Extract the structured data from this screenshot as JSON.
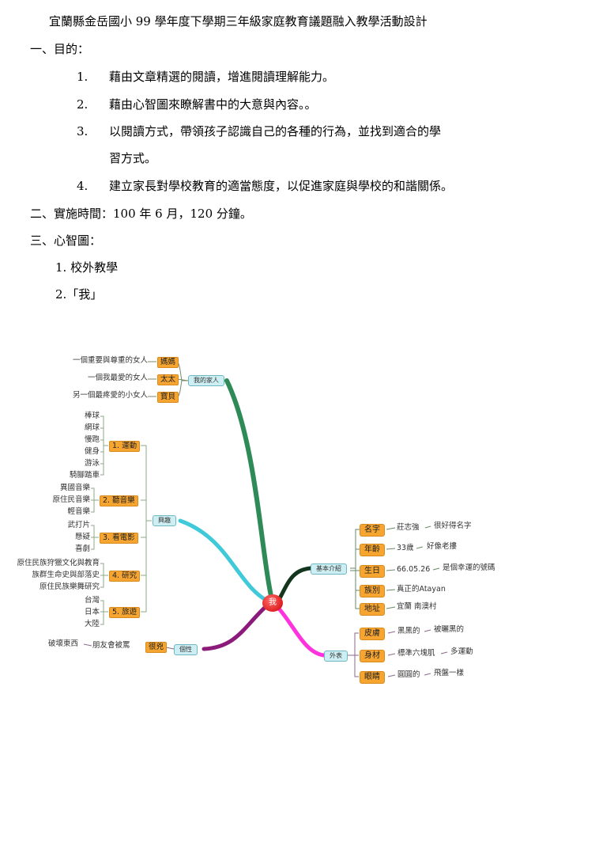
{
  "title": "宜蘭縣金岳國小 99 學年度下學期三年級家庭教育議題融入教學活動設計",
  "section1": {
    "heading": "一、目的：",
    "items": [
      {
        "num": "1.",
        "text": "藉由文章精選的閱讀，增進閱讀理解能力。"
      },
      {
        "num": "2.",
        "text": "藉由心智圖來瞭解書中的大意與內容。。"
      },
      {
        "num": "3.",
        "text": "以閱讀方式，帶領孩子認識自己的各種的行為，並找到適合的學",
        "cont": "習方式。"
      },
      {
        "num": "4.",
        "text": "建立家長對學校教育的適當態度，以促進家庭與學校的和諧關係。"
      }
    ]
  },
  "section2": {
    "heading": "二、實施時間：100 年 6 月，120 分鐘。"
  },
  "section3": {
    "heading": "三、心智圖：",
    "sub1": "1. 校外教學",
    "sub2": "2.「我」"
  },
  "mindmap": {
    "center": "我",
    "family": {
      "node": "我的家人",
      "items": [
        {
          "tag": "媽媽",
          "desc": "一個重要與尊重的女人"
        },
        {
          "tag": "太太",
          "desc": "一個我最愛的女人"
        },
        {
          "tag": "寶貝",
          "desc": "另一個最疼愛的小女人"
        }
      ]
    },
    "interest": {
      "node": "興趣",
      "groups": [
        {
          "tag": "1. 運動",
          "items": [
            "棒球",
            "網球",
            "慢跑",
            "健身",
            "游泳",
            "騎腳踏車"
          ]
        },
        {
          "tag": "2. 聽音樂",
          "items": [
            "異國音樂",
            "原住民音樂",
            "輕音樂"
          ]
        },
        {
          "tag": "3. 看電影",
          "items": [
            "武打片",
            "懸疑",
            "喜劇"
          ]
        },
        {
          "tag": "4. 研究",
          "items": [
            "原住民族狩獵文化與教育",
            "族群生命史與部落史",
            "原住民族樂舞研究"
          ]
        },
        {
          "tag": "5. 旅遊",
          "items": [
            "台灣",
            "日本",
            "大陸"
          ]
        }
      ]
    },
    "personality": {
      "node": "個性",
      "tag": "很兇",
      "desc": "朋友會被罵",
      "desc2": "破壞東西"
    },
    "basic": {
      "node": "基本介紹",
      "items": [
        {
          "tag": "名字",
          "value": "莊志強",
          "note": "很好得名字"
        },
        {
          "tag": "年齡",
          "value": "33歲",
          "note": "好像老摟"
        },
        {
          "tag": "生日",
          "value": "66.05.26",
          "note": "是個幸運的號碼"
        },
        {
          "tag": "族別",
          "value": "真正的Atayan",
          "note": ""
        },
        {
          "tag": "地址",
          "value": "宜蘭 南澳村",
          "note": ""
        }
      ]
    },
    "appearance": {
      "node": "外表",
      "items": [
        {
          "tag": "皮膚",
          "value": "黑黑的",
          "note": "被曬黑的"
        },
        {
          "tag": "身材",
          "value": "標準六塊肌",
          "note": "多運動"
        },
        {
          "tag": "眼睛",
          "value": "圓圓的",
          "note": "飛盤一樣"
        }
      ]
    },
    "colors": {
      "family": "#2e8b57",
      "interest": "#3fc9d9",
      "personality": "#8b1a7a",
      "basic": "#14361f",
      "appearance": "#ff33dd",
      "tag": "#f7a531",
      "node": "#cdeef2",
      "center": "#d10000"
    }
  }
}
